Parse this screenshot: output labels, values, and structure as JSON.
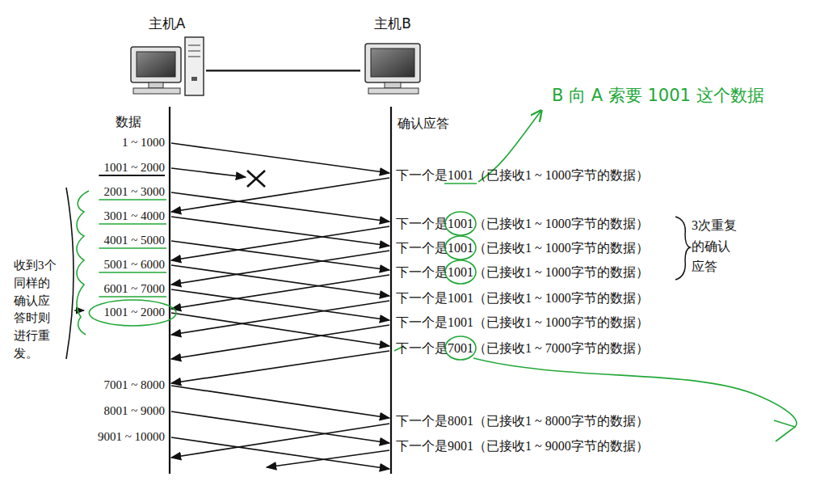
{
  "diagram": {
    "nodes": [
      {
        "text": [
          "主机A"
        ]
      },
      {
        "text": [
          "主机B"
        ]
      }
    ],
    "edges": [
      {
        "from": 0,
        "to": 1,
        "arrow": "none"
      }
    ],
    "labels": [
      "B 向 A 索要 1001 这个数据",
      "数据",
      "确认应答",
      "1 ~ 1000",
      "1001 ~ 2000",
      "2001 ~ 3000",
      "3001 ~ 4000",
      "4001 ~ 5000",
      "5001 ~ 6000",
      "6001 ~ 7000",
      "1001 ~ 2000",
      "7001 ~ 8000",
      "8001 ~ 9000",
      "9001 ~ 10000",
      "下一个是1001（已接收1 ~ 1000字节的数据）",
      "下一个是1001（已接收1 ~ 1000字节的数据）",
      "下一个是1001（已接收1 ~ 1000字节的数据）",
      "下一个是1001（已接收1 ~ 1000字节的数据）",
      "下一个是1001（已接收1 ~ 1000字节的数据）",
      "下一个是1001（已接收1 ~ 1000字节的数据）",
      "下一个是7001（已接收1 ~ 7000字节的数据）",
      "下一个是8001（已接收1 ~ 8000字节的数据）",
      "下一个是9001（已接收1 ~ 9000字节的数据）",
      "3次重复的确认应答",
      "收到3个同样的确认应答时则进行重发。"
    ]
  }
}
